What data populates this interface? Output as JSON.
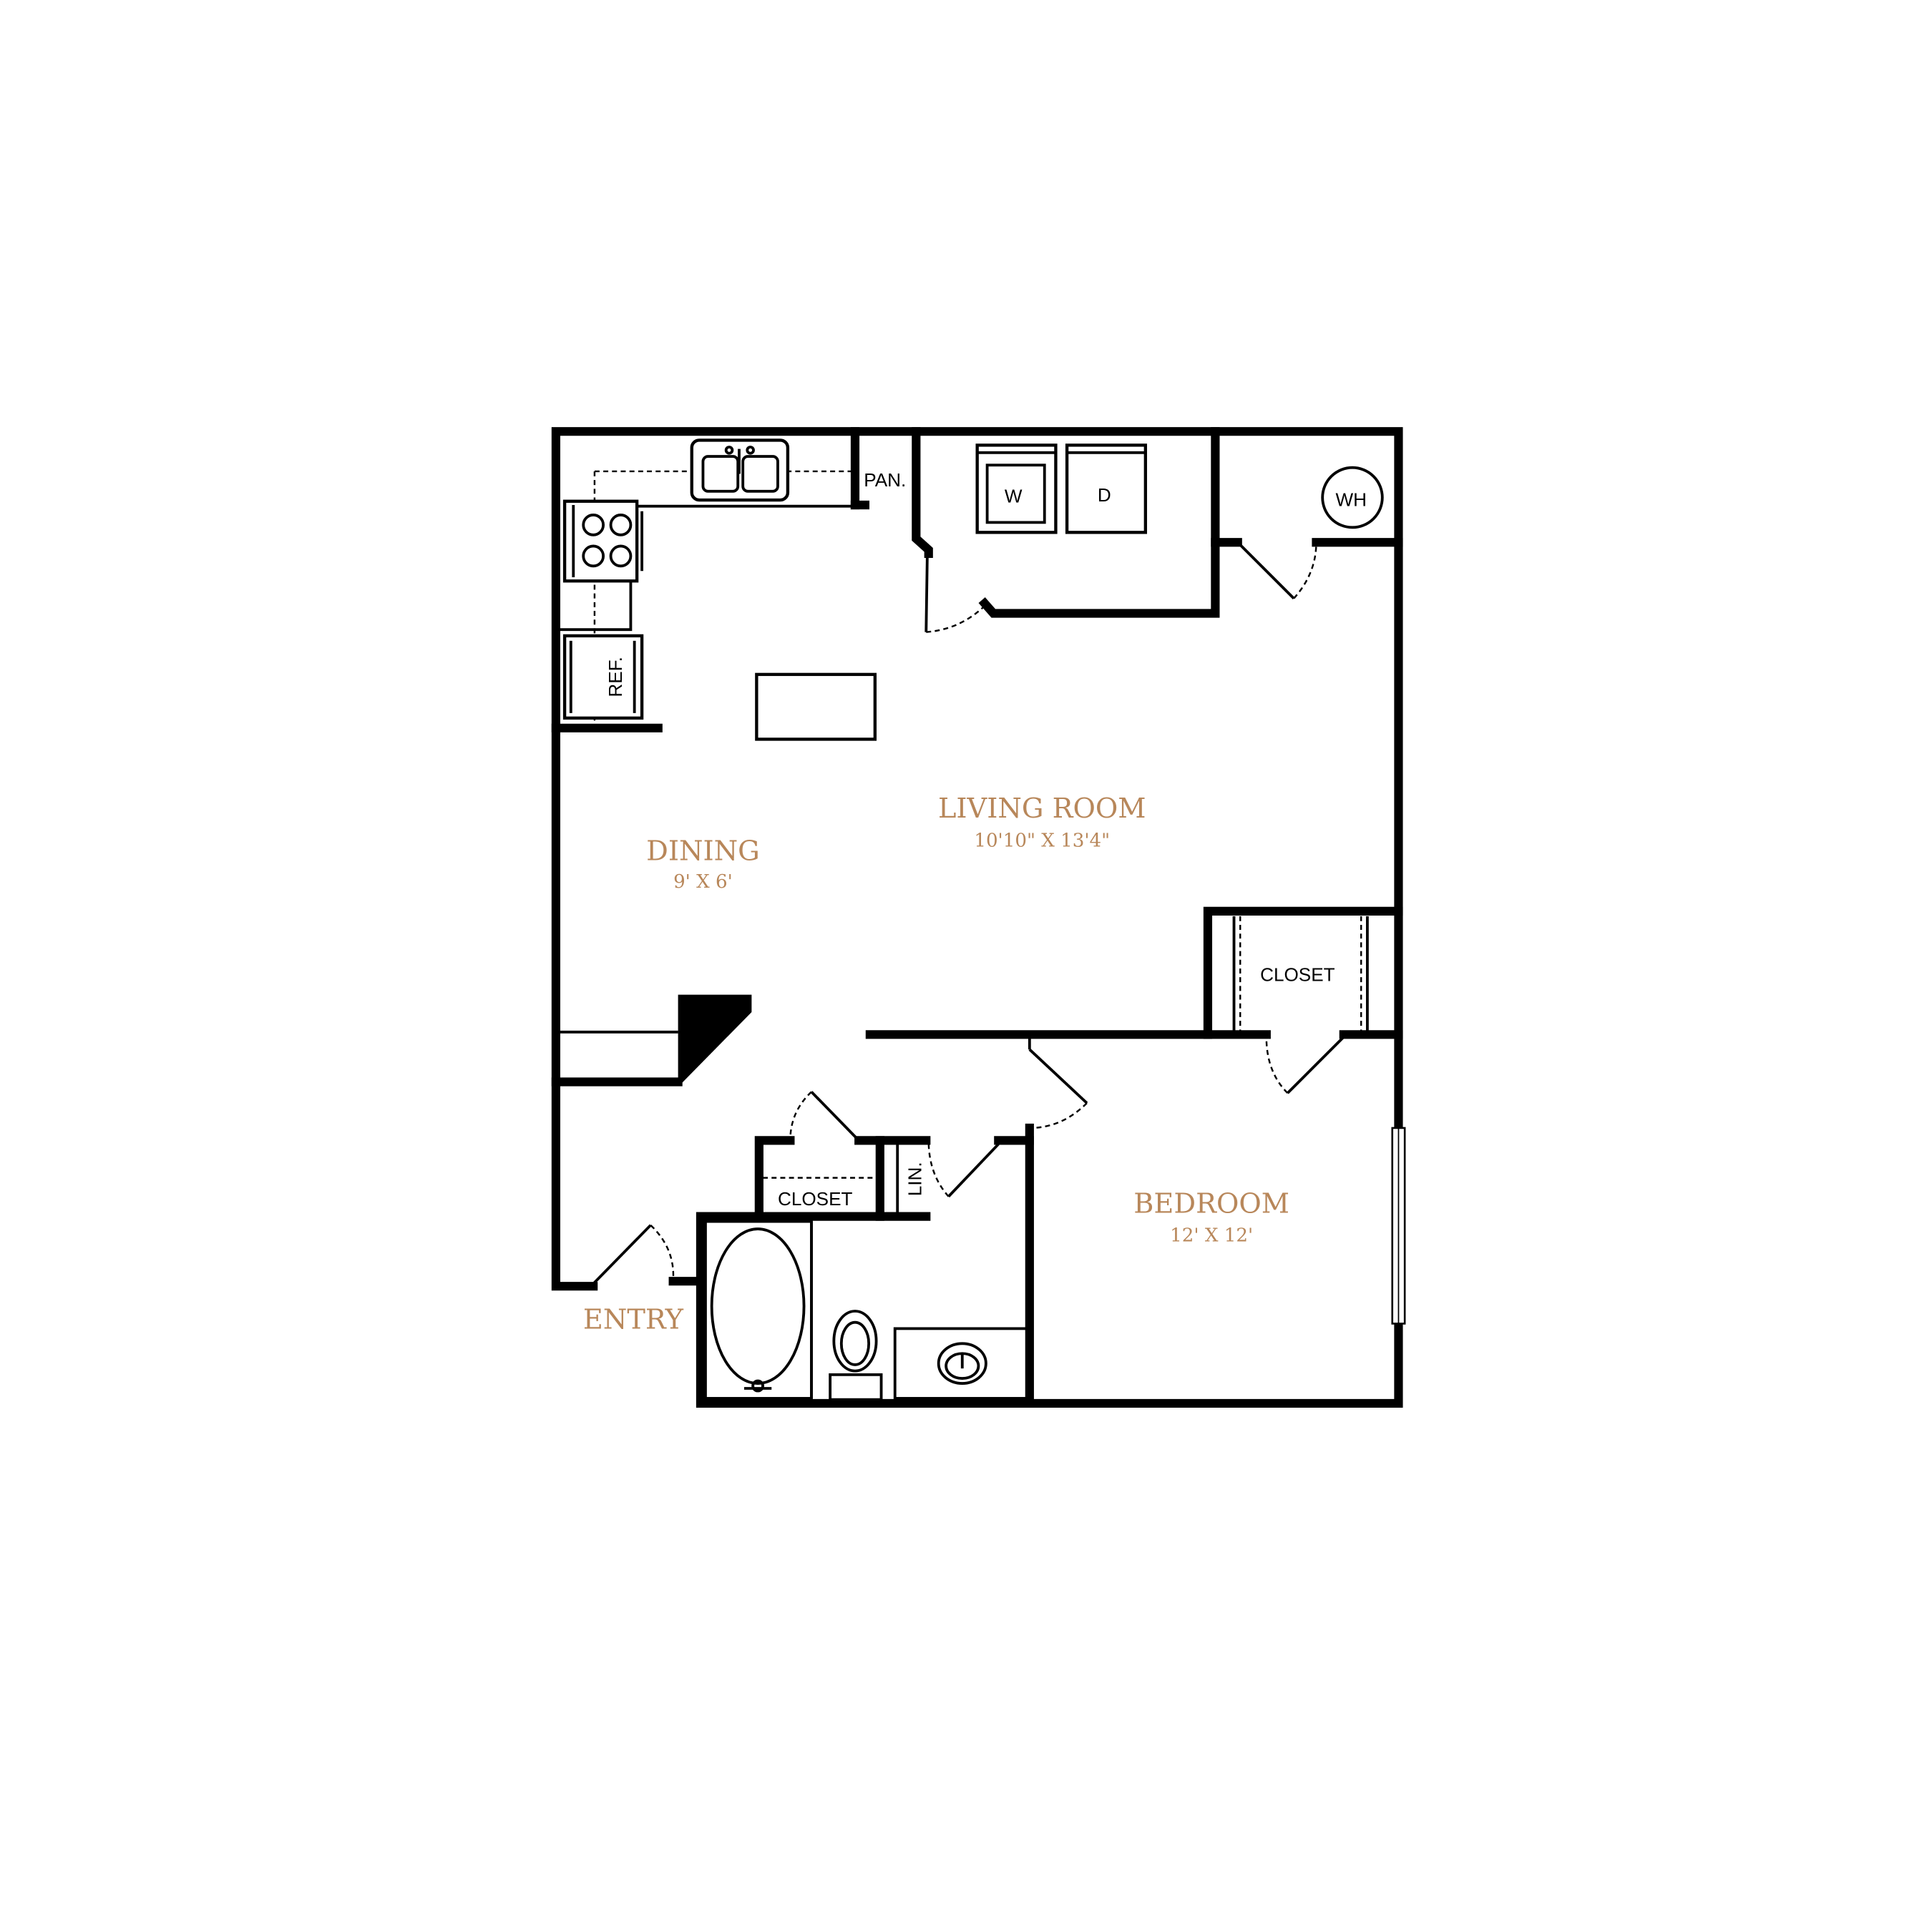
{
  "colors": {
    "room_label": "#b8875a",
    "wall": "#000000"
  },
  "rooms": {
    "dining": {
      "name": "DINING",
      "size": "9' X 6'"
    },
    "living": {
      "name": "LIVING ROOM",
      "size": "10'10\" X 13'4\""
    },
    "bedroom": {
      "name": "BEDROOM",
      "size": "12' X 12'"
    },
    "entry": {
      "name": "ENTRY"
    }
  },
  "fixtures": {
    "pantry": "PAN.",
    "washer": "W",
    "dryer": "D",
    "water_heater": "WH",
    "refrigerator": "REF.",
    "bedroom_closet": "CLOSET",
    "hall_closet": "CLOSET",
    "linen": "LIN."
  }
}
